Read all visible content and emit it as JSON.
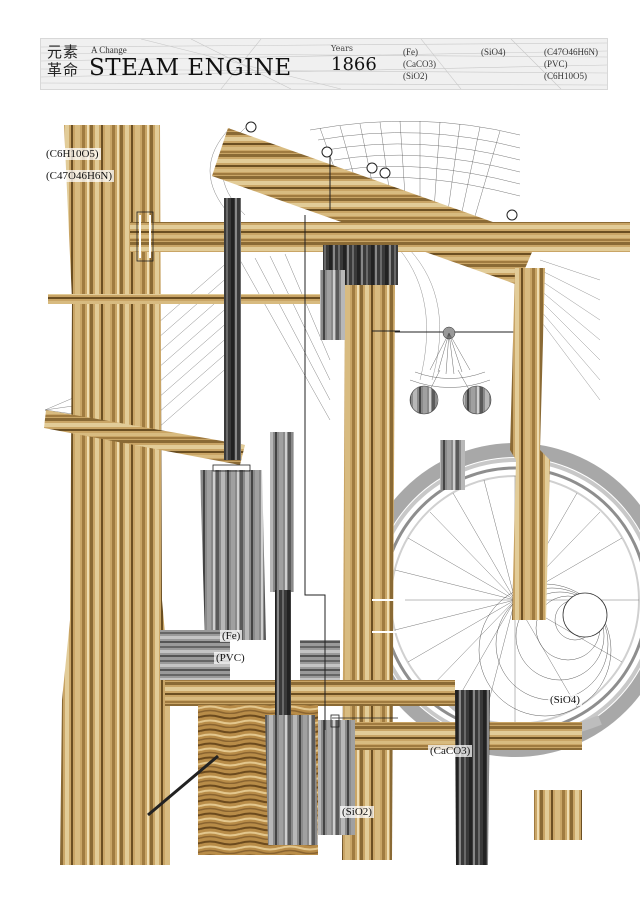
{
  "header": {
    "kanji_line1": "元素",
    "kanji_line2": "革命",
    "subtitle": "A Change",
    "title": "STEAM ENGINE",
    "years_label": "Years",
    "year": "1866",
    "chemicals": [
      "(Fe)",
      "(CaCO3)",
      "(SiO2)",
      "(SiO4)",
      "(C47O46H6N)",
      "(PVC)",
      "(C6H10O5)"
    ]
  },
  "labels": {
    "left_top_1": "(C6H10O5)",
    "left_top_2": "(C47O46H6N)",
    "center_fe": "(Fe)",
    "center_pvc": "(PVC)",
    "right_sio4": "(SiO4)",
    "right_caco3": "(CaCO3)",
    "bottom_sio2": "(SiO2)"
  },
  "colors": {
    "wood_light": "#d9bf8a",
    "wood_mid": "#b58f4e",
    "wood_dark": "#7a5a2a",
    "metal_light": "#b0b0b0",
    "metal_mid": "#808080",
    "metal_dark": "#3a3a3a",
    "line": "#333333"
  }
}
